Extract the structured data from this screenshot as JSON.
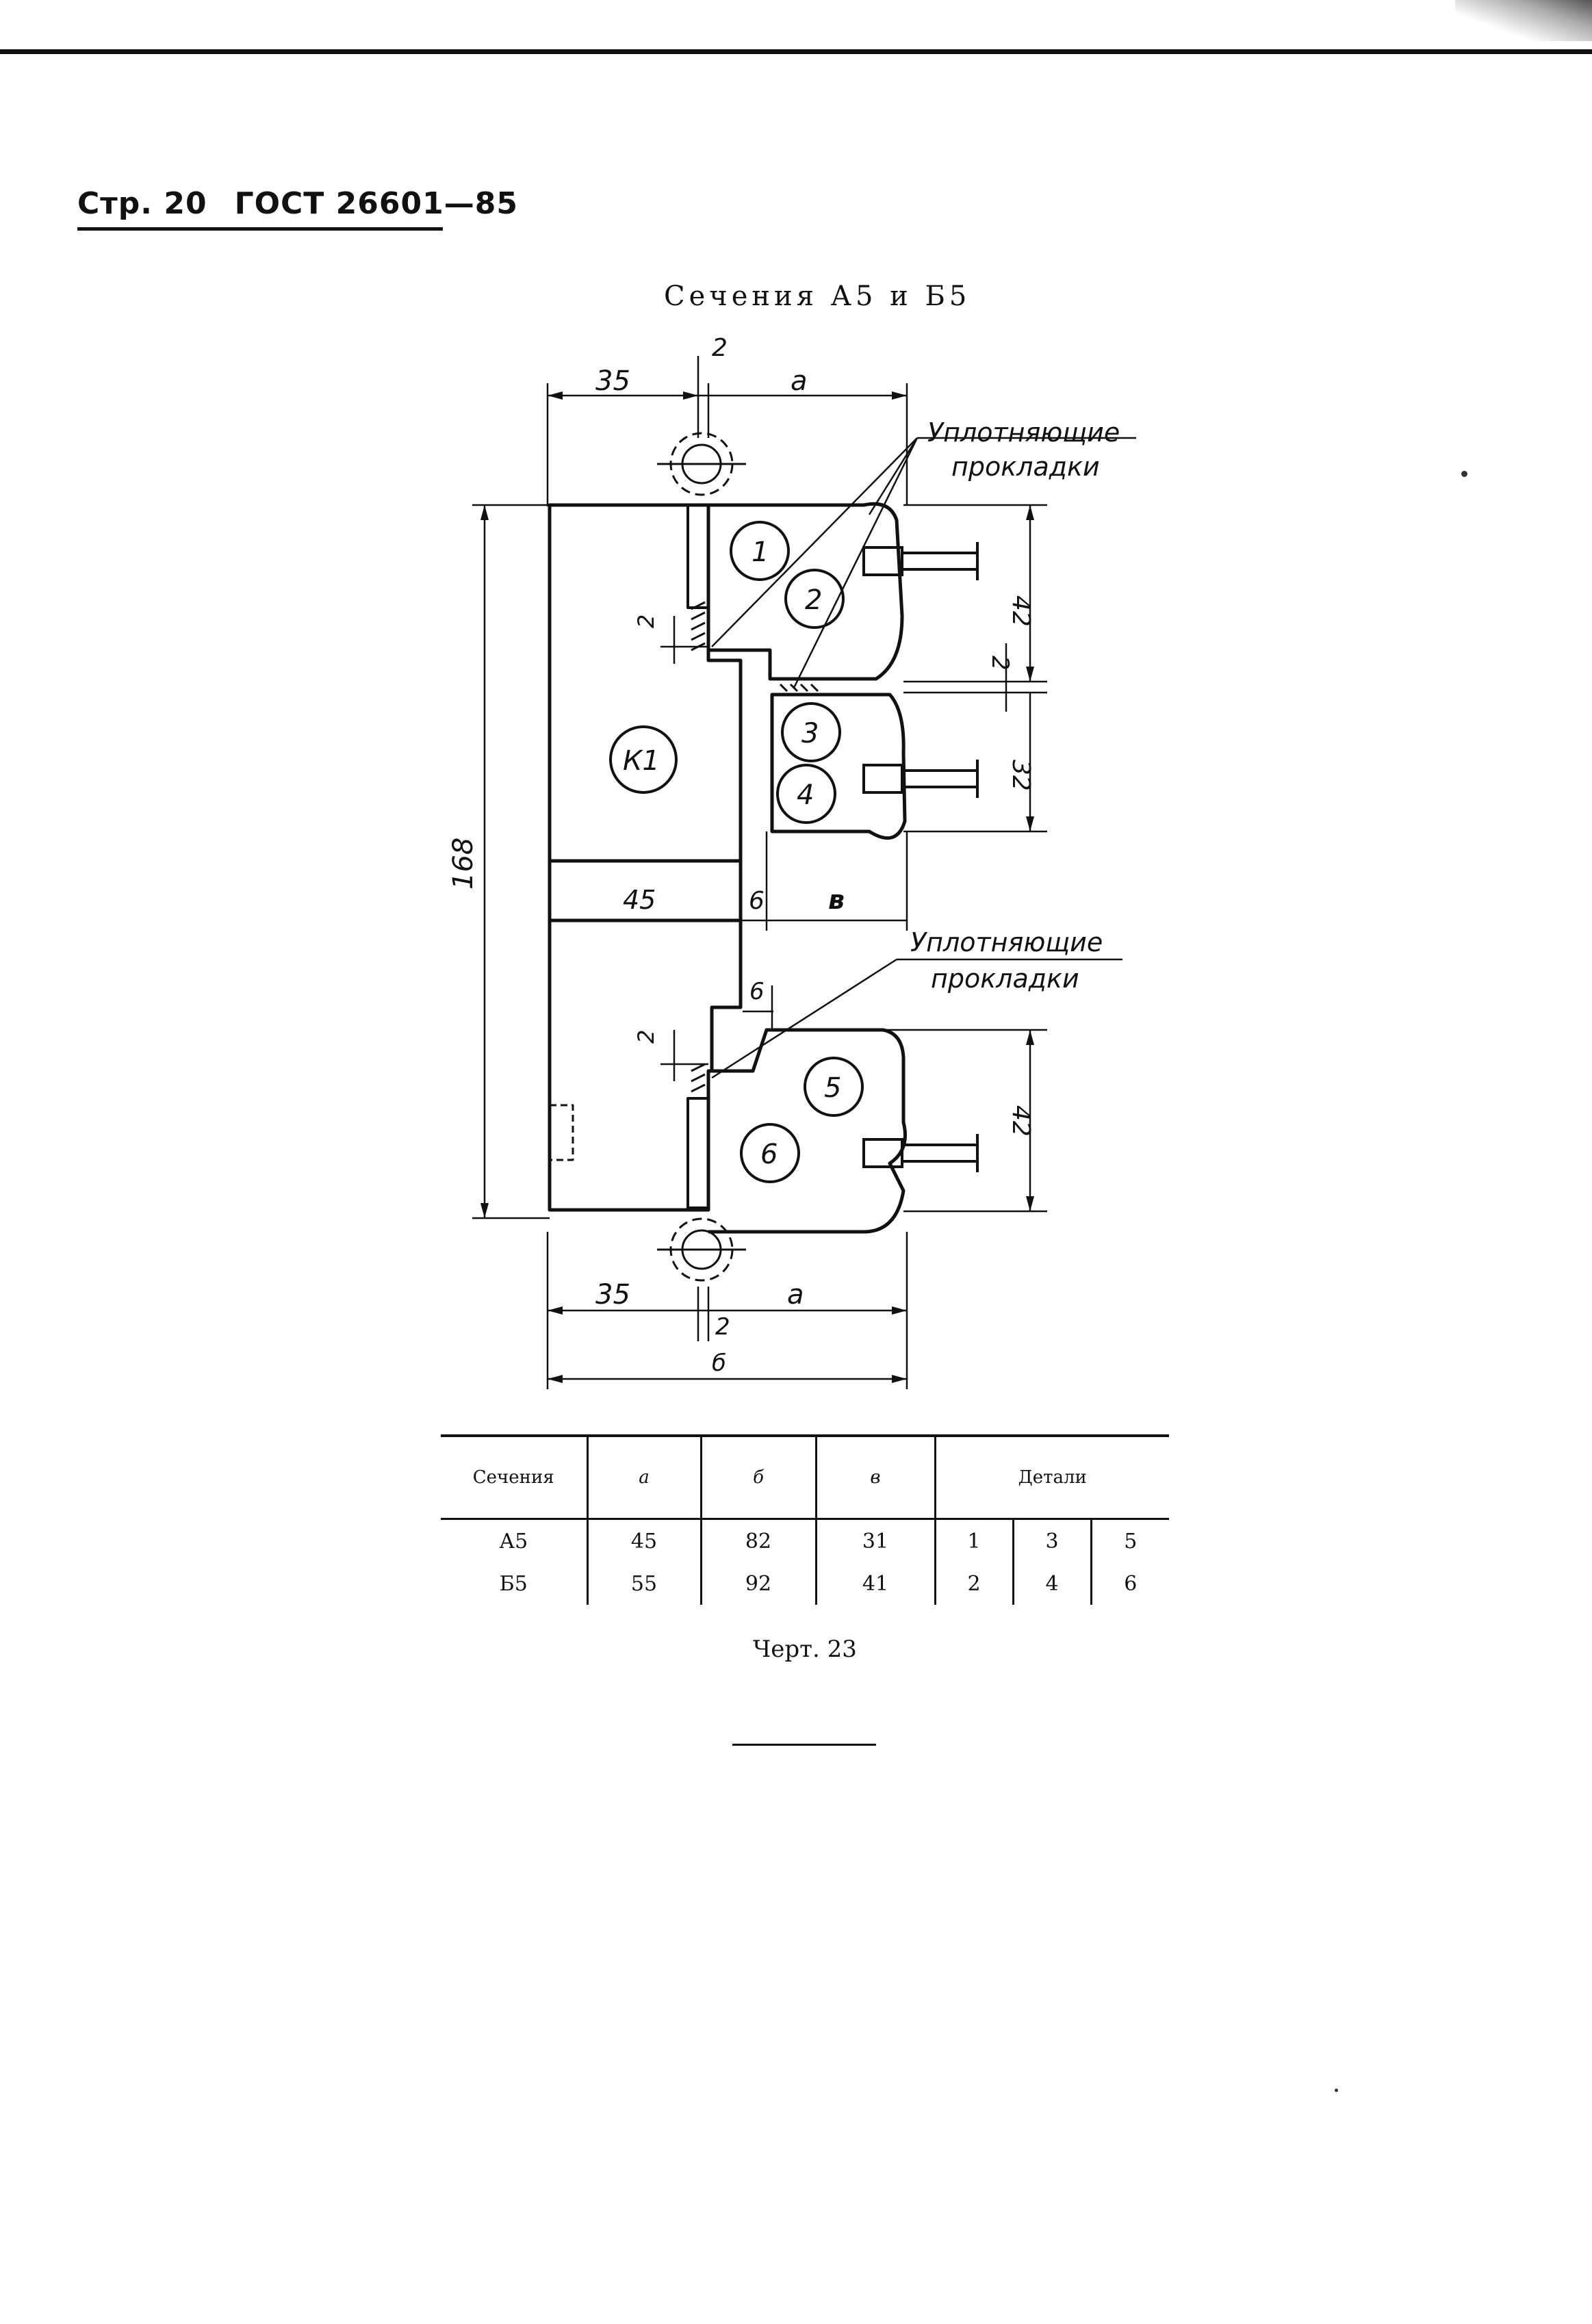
{
  "header": {
    "page": "Стр. 20",
    "standard": "ГОСТ 26601—85"
  },
  "figure": {
    "title": "Сечения А5 и Б5",
    "caption": "Черт. 23",
    "labels": {
      "dim_35_top": "35",
      "dim_2_top": "2",
      "dim_a_top": "a",
      "dim_42_top": "42",
      "dim_2_mid": "2",
      "dim_32": "32",
      "dim_168": "168",
      "dim_45": "45",
      "dim_6_mid": "6",
      "dim_v": "в",
      "dim_6_low": "6",
      "dim_2_upper_notch": "2",
      "dim_2_lower_notch": "2",
      "dim_42_bottom": "42",
      "dim_35_bottom": "35",
      "dim_a_bottom": "a",
      "dim_2_bottom": "2",
      "dim_b": "б",
      "seal_label_top_line1": "Уплотняющие",
      "seal_label_top_line2": "прокладки",
      "seal_label_bottom_line1": "Уплотняющие",
      "seal_label_bottom_line2": "прокладки",
      "part_1": "1",
      "part_2": "2",
      "part_3": "3",
      "part_4": "4",
      "part_5": "5",
      "part_6": "6",
      "part_k1": "К1"
    }
  },
  "table": {
    "headers": [
      "Сечения",
      "a",
      "б",
      "в",
      "Детали"
    ],
    "rows": [
      {
        "section": "А5",
        "a": "45",
        "b": "82",
        "v": "31",
        "d1": "1",
        "d2": "3",
        "d3": "5"
      },
      {
        "section": "Б5",
        "a": "55",
        "b": "92",
        "v": "41",
        "d1": "2",
        "d2": "4",
        "d3": "6"
      }
    ]
  }
}
